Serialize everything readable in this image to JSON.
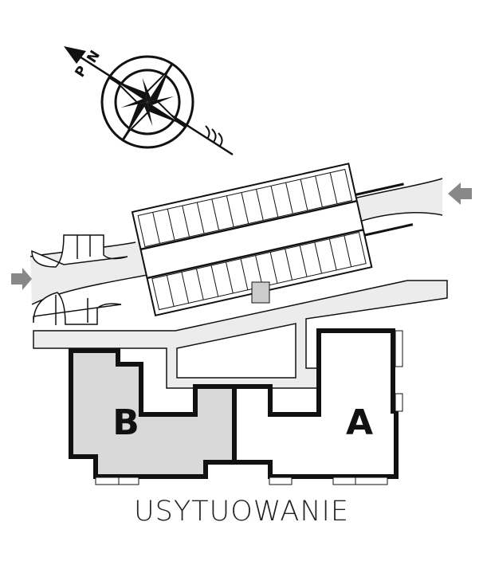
{
  "caption": "USYTUOWANIE",
  "compass": {
    "labels": [
      "P",
      "N"
    ]
  },
  "buildings": [
    {
      "label": "B",
      "fill": "#d9d9d9"
    },
    {
      "label": "A",
      "fill": "#ffffff"
    }
  ],
  "colors": {
    "road": "#ececec",
    "line": "#111111",
    "arrow": "#888888"
  }
}
